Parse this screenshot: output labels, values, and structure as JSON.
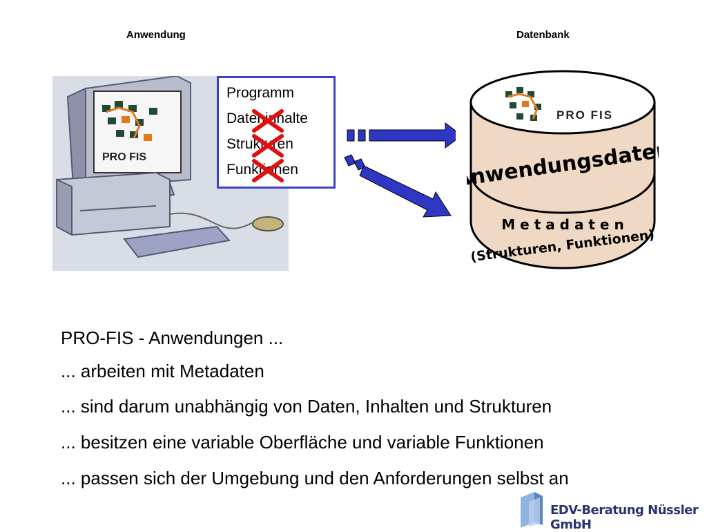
{
  "headers": {
    "application": "Anwendung",
    "database": "Datenbank"
  },
  "program_box": {
    "items": [
      "Programm",
      "Dateninhalte",
      "Strukturen",
      "Funktionen"
    ]
  },
  "logo_text": "PRO FIS",
  "database": {
    "logo_text": "PRO FIS",
    "band_title": "Anwendungsdaten",
    "meta_title": "M e t a d a t e n",
    "meta_subtitle": "(Strukturen, Funktionen)"
  },
  "bullets": [
    "PRO-FIS - Anwendungen ...",
    "... arbeiten mit Metadaten",
    "... sind darum unabhängig von Daten, Inhalten und Strukturen",
    "... besitzen eine variable Oberfläche und variable Funktionen",
    "... passen sich der Umgebung und den Anforderungen selbst an"
  ],
  "company": "EDV-Beratung Nüssler GmbH",
  "colors": {
    "box_border": "#3a40c8",
    "arrow": "#2f36c4",
    "cross": "#e01010",
    "cylinder": "#efd9c4"
  }
}
